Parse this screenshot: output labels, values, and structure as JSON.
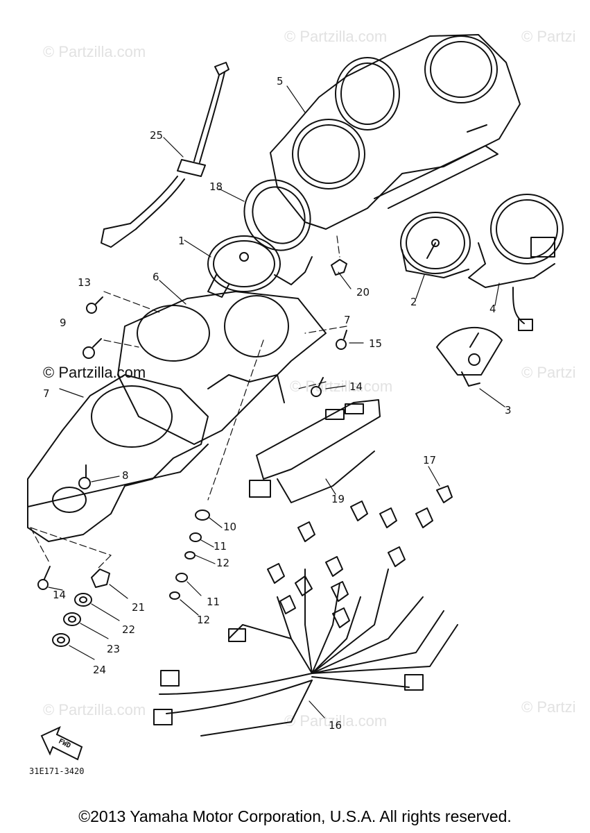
{
  "watermarks": {
    "wm1": "© Partzilla.com",
    "wm2": "© Partzilla.com",
    "wm3": "© Partzi",
    "wm4": "© Partzilla.com",
    "wm5": "© Partzilla.com",
    "wm6": "© Partzi",
    "wm7": "© Partzilla.com",
    "wm8": "© Partzilla.com",
    "wm9": "© Partzi"
  },
  "parts": {
    "p1": "1",
    "p2": "2",
    "p3": "3",
    "p4": "4",
    "p5": "5",
    "p6": "6",
    "p7a": "7",
    "p7b": "7",
    "p8": "8",
    "p9": "9",
    "p10": "10",
    "p11a": "11",
    "p11b": "11",
    "p12a": "12",
    "p12b": "12",
    "p13": "13",
    "p14a": "14",
    "p14b": "14",
    "p15": "15",
    "p16": "16",
    "p17": "17",
    "p18": "18",
    "p19": "19",
    "p20": "20",
    "p21": "21",
    "p22": "22",
    "p23": "23",
    "p24": "24",
    "p25": "25"
  },
  "fwd_label": "FWD",
  "drawing_code": "31E171-3420",
  "copyright": "©2013  Yamaha Motor Corporation, U.S.A. All rights reserved."
}
